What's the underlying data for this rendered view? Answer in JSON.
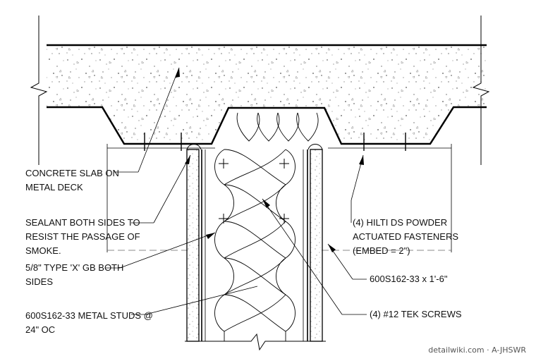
{
  "labels": {
    "concrete": [
      "CONCRETE SLAB ON",
      "METAL DECK"
    ],
    "sealant": [
      "SEALANT BOTH SIDES TO",
      "RESIST THE PASSAGE OF",
      "SMOKE."
    ],
    "gb": [
      "5/8\" TYPE 'X' GB  BOTH",
      "SIDES"
    ],
    "studs": [
      "600S162-33 METAL STUDS @",
      "24\" OC"
    ],
    "hilti": [
      "(4) HILTI DS POWDER",
      "ACTUATED FASTENERS",
      "(EMBED = 2\")"
    ],
    "track": "600S162-33 x 1'-6\"",
    "tek": "(4) #12 TEK SCREWS"
  },
  "watermark": "detailwiki.com · A-JHSWR"
}
